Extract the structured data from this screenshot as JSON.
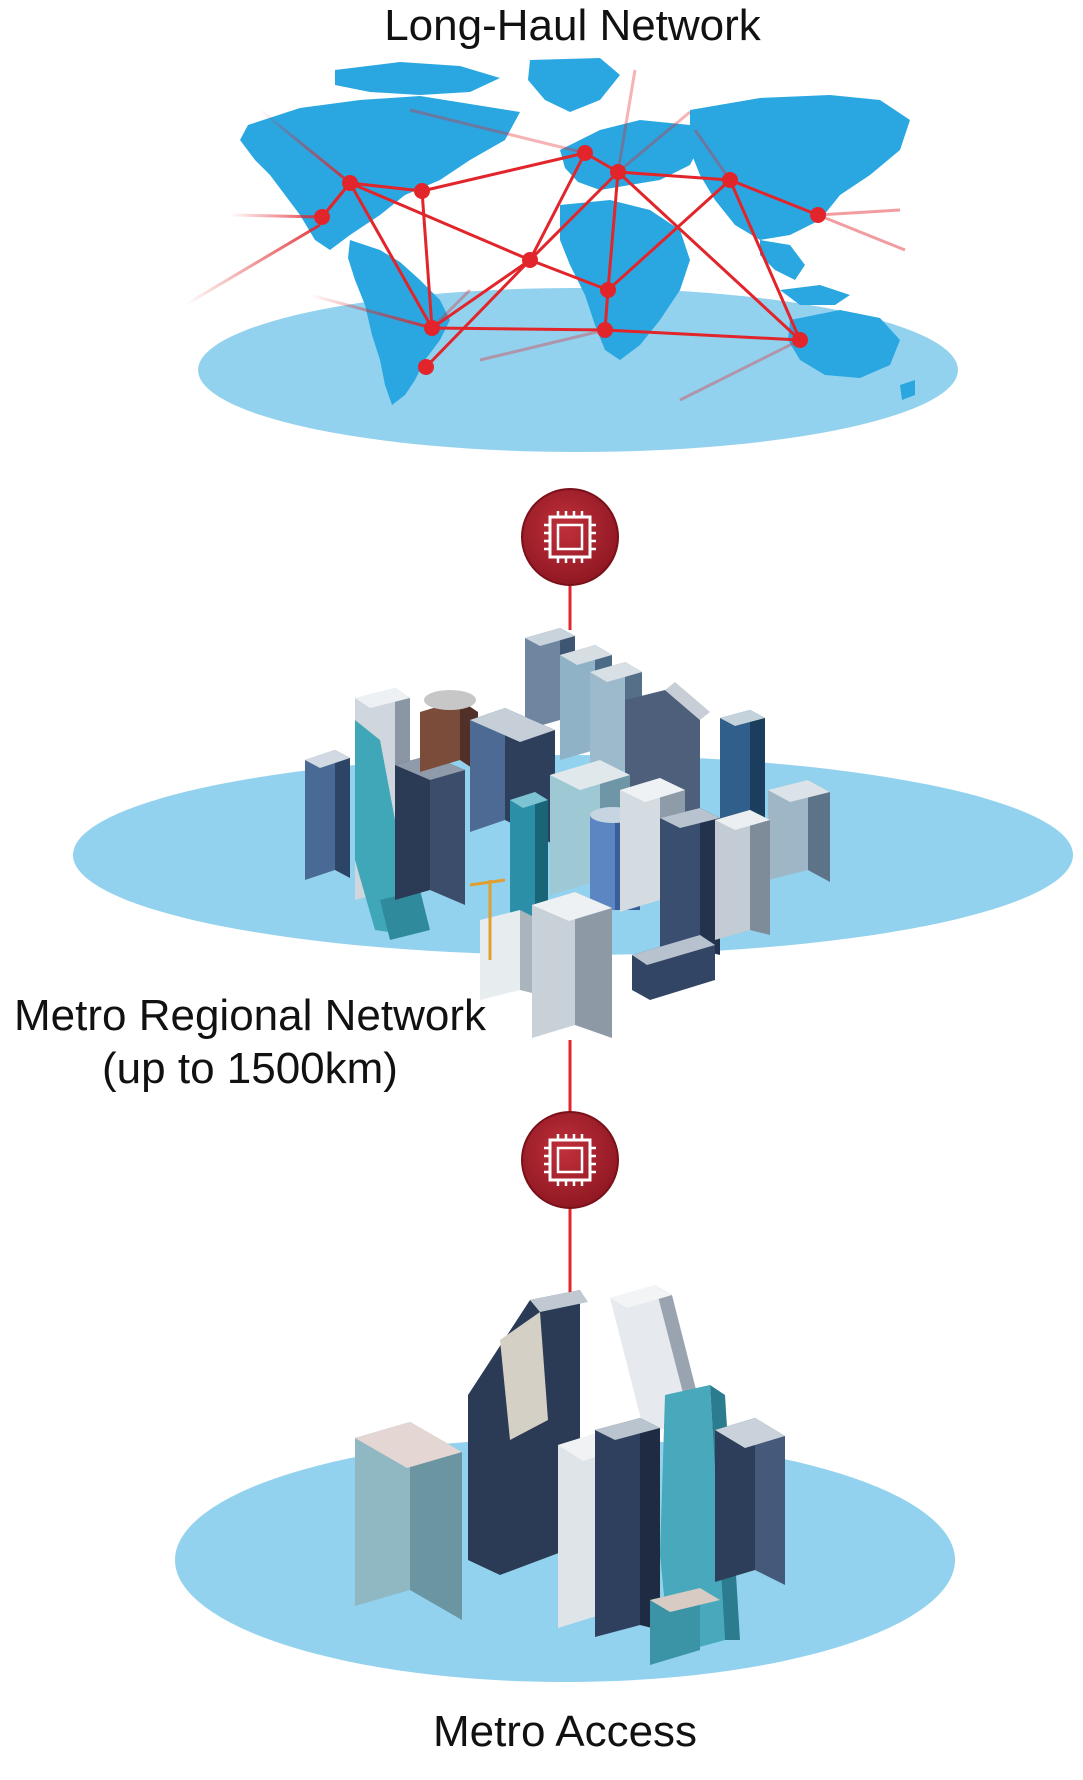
{
  "tiers": {
    "long_haul": {
      "label": "Long-Haul Network"
    },
    "metro_regional": {
      "label_line1": "Metro Regional Network",
      "label_line2": "(up to 1500km)"
    },
    "metro_access": {
      "label": "Metro Access"
    }
  },
  "colors": {
    "platform": "#92d2ee",
    "continents": "#2aa7e0",
    "link_red": "#e1252b",
    "node_badge": "#a51f2b",
    "building_dark": "#2b3a55",
    "building_teal": "#3fa7b7",
    "building_light": "#cfd8df"
  },
  "icons": {
    "node_badge": "processor-chip-icon",
    "world_map": "world-map-icon",
    "city": "city-buildings-icon"
  }
}
